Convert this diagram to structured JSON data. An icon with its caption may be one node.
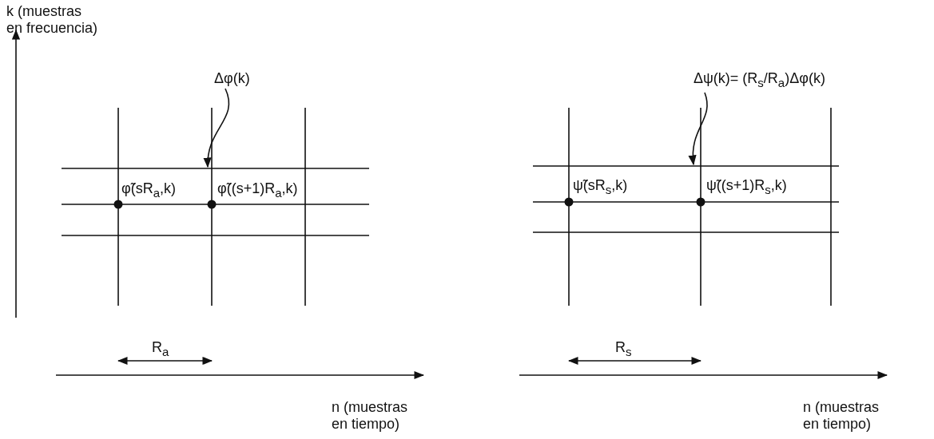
{
  "diagram": {
    "nodes": [
      {
        "text": [
          "Δφ(k)"
        ]
      },
      {
        "text": [
          "Δψ(k)= (R$_{s}$/R$_{a}$)Δφ(k)"
        ]
      }
    ],
    "edges": [
      {
        "from": 0,
        "to": null,
        "arrow": "to"
      },
      {
        "from": 1,
        "to": null,
        "arrow": "to"
      }
    ],
    "labels": [
      "k (muestras en frecuencia)",
      "φ̃(sR$_{a}$,k)",
      "φ̃((s+1)R$_{a}$,k)",
      "R$_{a}$",
      "n (muestras en tiempo)",
      "ψ̃(sR$_{s}$,k)",
      "ψ̃((s+1)R$_{s}$,k)",
      "R$_{s}$",
      "n (muestras en tiempo)"
    ]
  }
}
